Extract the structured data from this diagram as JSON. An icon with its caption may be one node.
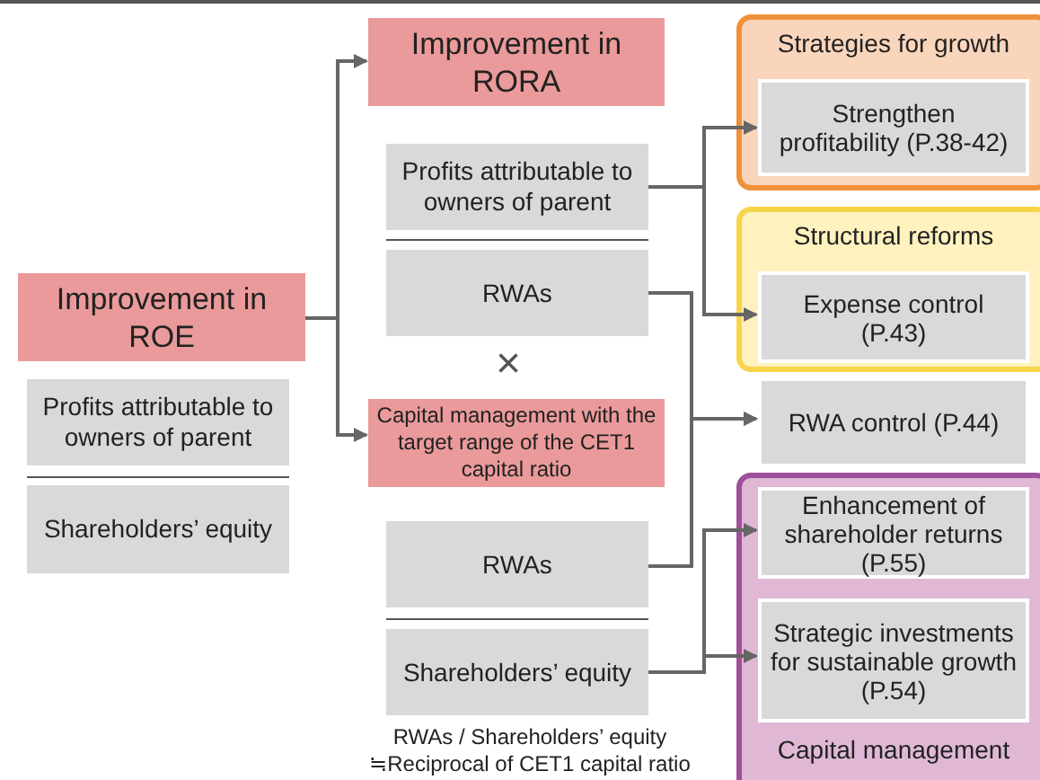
{
  "diagram": {
    "nodes": [
      {
        "text": [
          "Improvement in ROE"
        ]
      },
      {
        "text": [
          "Profits attributable to owners of parent"
        ]
      },
      {
        "text": [
          "Shareholders’ equity"
        ]
      },
      {
        "text": [
          "Improvement in RORA"
        ]
      },
      {
        "text": [
          "Profits attributable to owners of parent"
        ]
      },
      {
        "text": [
          "RWAs"
        ]
      },
      {
        "text": [
          "Capital management with the target range of the CET1 capital ratio"
        ]
      },
      {
        "text": [
          "RWAs"
        ]
      },
      {
        "text": [
          "Shareholders’ equity"
        ]
      },
      {
        "text": [
          "Strategies for growth"
        ]
      },
      {
        "text": [
          "Strengthen profitability (P.38-42)"
        ],
        "in": 9
      },
      {
        "text": [
          "Structural reforms"
        ]
      },
      {
        "text": [
          "Expense control (P.43)"
        ],
        "in": 11
      },
      {
        "text": [
          "RWA control (P.44)"
        ]
      },
      {
        "text": [
          "Capital management"
        ]
      },
      {
        "text": [
          "Enhancement of shareholder returns (P.55)"
        ],
        "in": 14
      },
      {
        "text": [
          "Strategic investments for sustainable growth (P.54)"
        ],
        "in": 14
      }
    ],
    "edges": [
      {
        "from": 0,
        "to": 3,
        "arrow": "to"
      },
      {
        "from": 0,
        "to": 6,
        "arrow": "to"
      },
      {
        "from": 4,
        "to": 10,
        "arrow": "to"
      },
      {
        "from": 4,
        "to": 12,
        "arrow": "to"
      },
      {
        "from": 5,
        "to": 13,
        "arrow": "to"
      },
      {
        "from": 7,
        "to": 13,
        "arrow": "to"
      },
      {
        "from": 8,
        "to": 15,
        "arrow": "to"
      },
      {
        "from": 8,
        "to": 16,
        "arrow": "to"
      }
    ],
    "labels": [
      "×",
      "RWAs / Shareholders’ equity",
      "≒Reciprocal of CET1 capital ratio"
    ]
  }
}
